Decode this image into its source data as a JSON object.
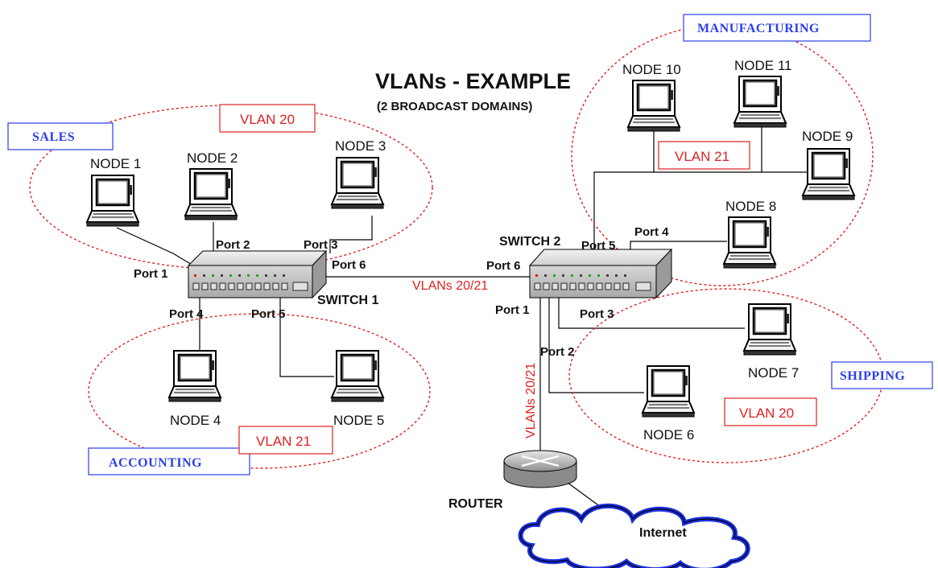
{
  "title": "VLANs - EXAMPLE",
  "subtitle": "(2 BROADCAST DOMAINS)",
  "departments": {
    "sales": "SALES",
    "accounting": "ACCOUNTING",
    "manufacturing": "MANUFACTURING",
    "shipping": "SHIPPING"
  },
  "vlans": {
    "sales": "VLAN 20",
    "accounting": "VLAN 21",
    "manufacturing": "VLAN 21",
    "shipping": "VLAN 20"
  },
  "nodes": {
    "n1": "NODE 1",
    "n2": "NODE 2",
    "n3": "NODE 3",
    "n4": "NODE 4",
    "n5": "NODE 5",
    "n6": "NODE 6",
    "n7": "NODE 7",
    "n8": "NODE 8",
    "n9": "NODE 9",
    "n10": "NODE 10",
    "n11": "NODE 11"
  },
  "switches": {
    "s1": "SWITCH 1",
    "s2": "SWITCH 2"
  },
  "ports": {
    "s1p1": "Port 1",
    "s1p2": "Port 2",
    "s1p3": "Port 3",
    "s1p4": "Port 4",
    "s1p5": "Port 5",
    "s1p6": "Port 6",
    "s2p1": "Port 1",
    "s2p2": "Port 2",
    "s2p3": "Port 3",
    "s2p4": "Port 4",
    "s2p5": "Port 5",
    "s2p6": "Port 6"
  },
  "trunk_labels": {
    "inter_switch": "VLANs 20/21",
    "router_link": "VLANs 20/21"
  },
  "router_label": "ROUTER",
  "internet_label": "Internet",
  "colors": {
    "vlan_red": "#e02020",
    "dept_blue": "#2a3ee8",
    "cloud_blue": "#1a2ee0"
  }
}
